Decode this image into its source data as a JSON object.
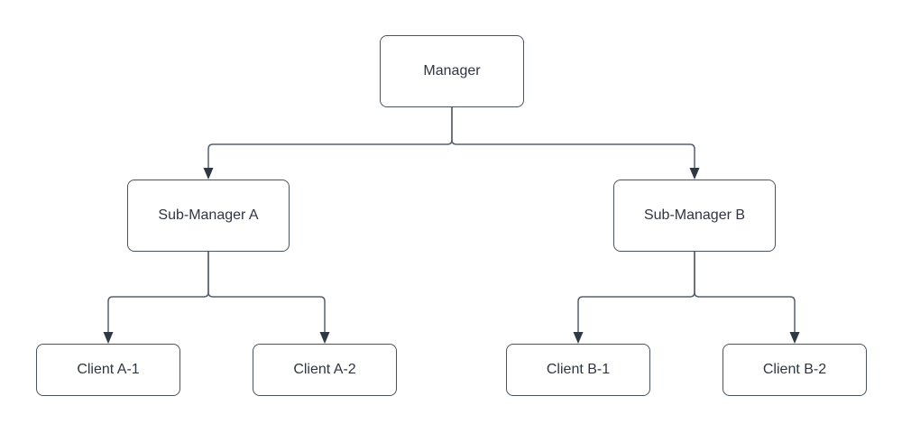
{
  "diagram_type": "org-chart",
  "nodes": [
    {
      "id": "manager",
      "label": "Manager"
    },
    {
      "id": "sub-manager-a",
      "label": "Sub-Manager A"
    },
    {
      "id": "sub-manager-b",
      "label": "Sub-Manager B"
    },
    {
      "id": "client-a1",
      "label": "Client A-1"
    },
    {
      "id": "client-a2",
      "label": "Client A-2"
    },
    {
      "id": "client-b1",
      "label": "Client B-1"
    },
    {
      "id": "client-b2",
      "label": "Client B-2"
    }
  ],
  "edges": [
    {
      "from": "Manager",
      "to": "Sub-Manager A"
    },
    {
      "from": "Manager",
      "to": "Sub-Manager B"
    },
    {
      "from": "Sub-Manager A",
      "to": "Client A-1"
    },
    {
      "from": "Sub-Manager A",
      "to": "Client A-2"
    },
    {
      "from": "Sub-Manager B",
      "to": "Client B-1"
    },
    {
      "from": "Sub-Manager B",
      "to": "Client B-2"
    }
  ],
  "colors": {
    "background": "#ffffff",
    "node_fill": "#ffffff",
    "node_border": "#4a5360",
    "text": "#2f3542",
    "connector": "#58606d",
    "arrowhead": "#303844"
  }
}
